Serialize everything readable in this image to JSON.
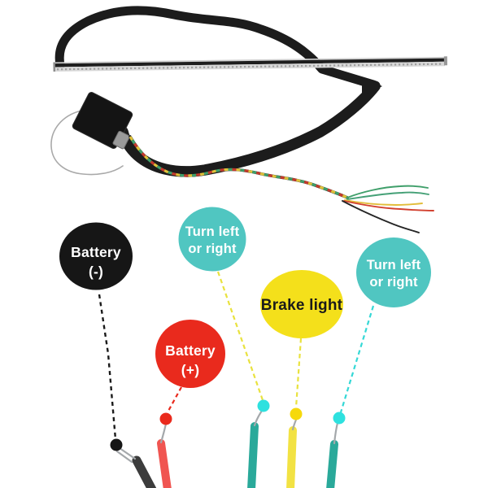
{
  "callouts": {
    "battery_negative": {
      "line1": "Battery",
      "line2": "(-)"
    },
    "turn_left_right_1": {
      "line1": "Turn left",
      "line2": "or right"
    },
    "battery_positive": {
      "line1": "Battery",
      "line2": "(+)"
    },
    "brake_light": {
      "line1": "Brake light"
    },
    "turn_left_right_2": {
      "line1": "Turn left",
      "line2": "or right"
    }
  },
  "colors": {
    "bubble_black": "#161616",
    "bubble_teal": "#50c6c1",
    "bubble_red": "#e92a1d",
    "bubble_yellow": "#f4e01b",
    "label_light": "#ffffff",
    "label_dark": "#1a1a1a",
    "leader_black": "#1a1a1a",
    "leader_red": "#e92a1d",
    "leader_yellow": "#e9e23e",
    "leader_cyan": "#35d8d6",
    "dot_black": "#161616",
    "dot_red": "#ea2a1d",
    "dot_cyan": "#2ee1df",
    "dot_yellow": "#f6d90c",
    "wire_black": "#3c3c3c",
    "wire_red": "#f05551",
    "wire_teal": "#2aa99a",
    "wire_yellow": "#f2e243",
    "ribbon_black": "#1c1c1c"
  }
}
